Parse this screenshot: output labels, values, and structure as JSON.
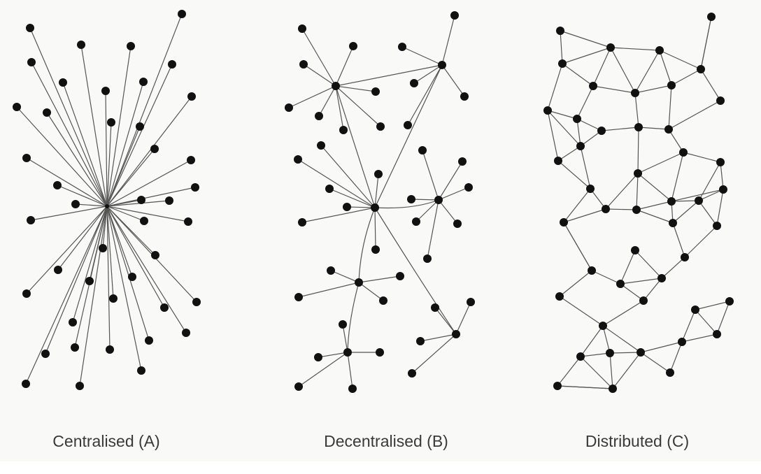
{
  "labels": {
    "centralised": "Centralised (A)",
    "decentralised": "Decentralised (B)",
    "distributed": "Distributed (C)"
  },
  "colors": {
    "node": "#111111",
    "edge": "#555555",
    "text": "#3a3a3a"
  }
}
